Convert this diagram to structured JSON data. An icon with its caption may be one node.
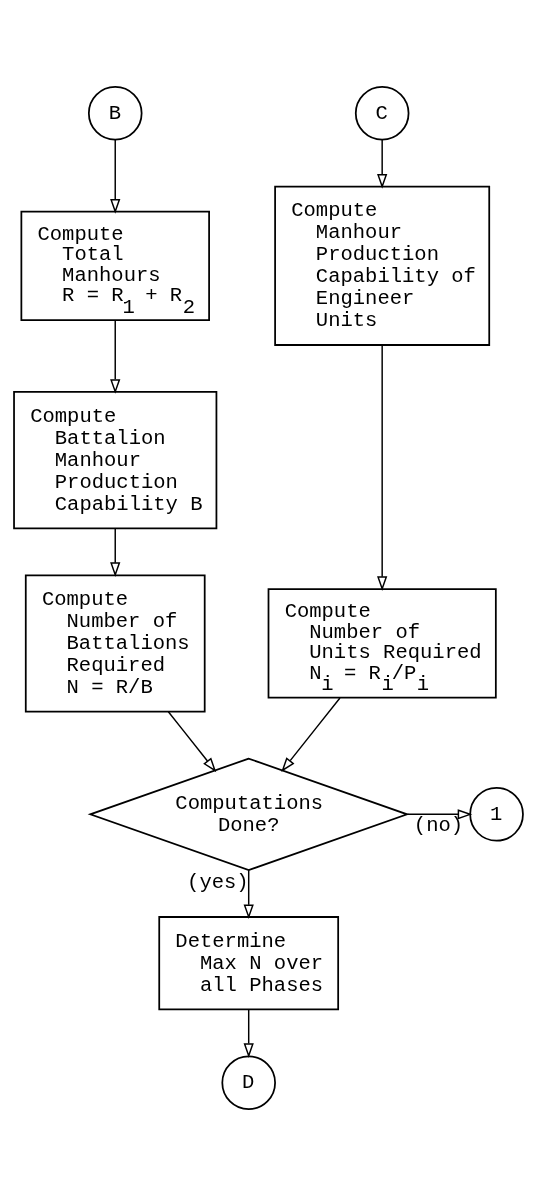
{
  "diagram": {
    "nodes": [
      {
        "text": [
          "B"
        ]
      },
      {
        "text": [
          "C"
        ]
      },
      {
        "text": [
          "Compute Total Manhours R = R$_{1}$ + R$_{2}$"
        ]
      },
      {
        "text": [
          "Compute Manhour Production Capability of Engineer Units"
        ]
      },
      {
        "text": [
          "Compute Battalion Manhour Production Capability B"
        ]
      },
      {
        "text": [
          "Compute Number of Units Required N$_{i}$ = R$_{i}$/P$_{i}$"
        ]
      },
      {
        "text": [
          "Compute Number of Battalions Required N = R/B"
        ]
      },
      {
        "text": [
          "1"
        ]
      },
      {
        "text": [
          "Computations Done?"
        ]
      },
      {
        "text": [
          "Determine Max N over all Phases"
        ]
      },
      {
        "text": [
          "D"
        ]
      }
    ],
    "edges": [
      {
        "from": 0,
        "to": 2,
        "arrow": "to"
      },
      {
        "from": 2,
        "to": 4,
        "arrow": "to"
      },
      {
        "from": 4,
        "to": 6,
        "arrow": "to"
      },
      {
        "from": 6,
        "to": 8,
        "arrow": "to"
      },
      {
        "from": 1,
        "to": 3,
        "arrow": "to"
      },
      {
        "from": 3,
        "to": 5,
        "arrow": "to"
      },
      {
        "from": 5,
        "to": 8,
        "arrow": "to"
      },
      {
        "from": 8,
        "to": 7,
        "arrow": "to",
        "label": "(no)"
      },
      {
        "from": 8,
        "to": 9,
        "arrow": "to",
        "label": "(yes)"
      },
      {
        "from": 9,
        "to": 10,
        "arrow": "to"
      }
    ]
  }
}
